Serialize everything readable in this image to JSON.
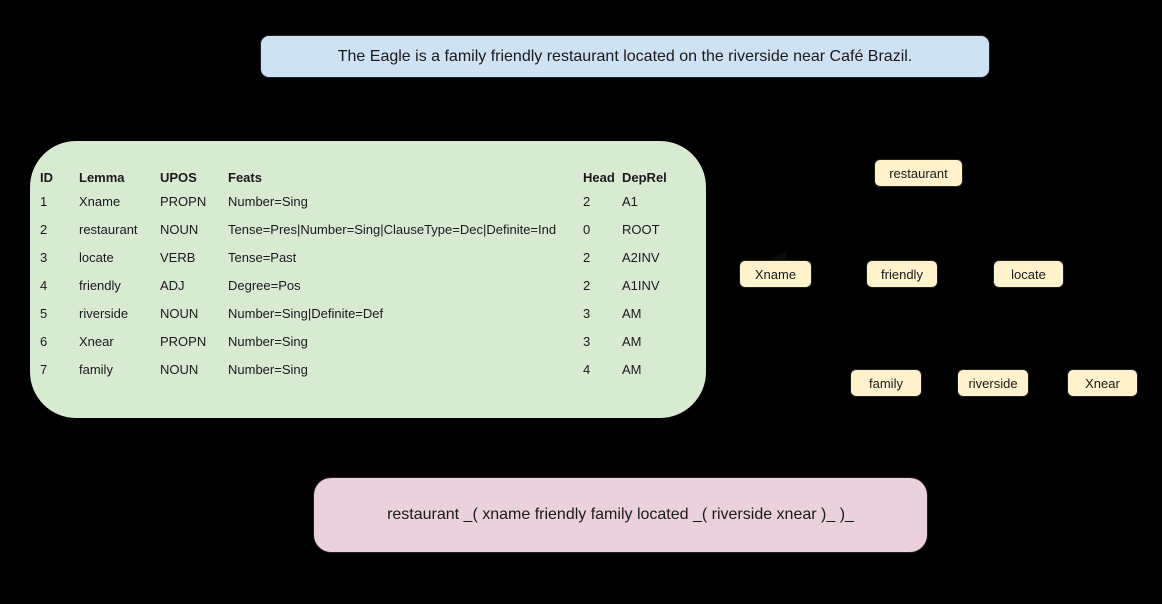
{
  "sentence_box": {
    "text": "The Eagle is a family friendly restaurant located on the riverside near Café Brazil."
  },
  "table": {
    "headers": [
      "ID",
      "Lemma",
      "UPOS",
      "Feats",
      "Head",
      "DepRel"
    ],
    "rows": [
      [
        "1",
        "Xname",
        "PROPN",
        "Number=Sing",
        "2",
        "A1"
      ],
      [
        "2",
        "restaurant",
        "NOUN",
        "Tense=Pres|Number=Sing|ClauseType=Dec|Definite=Ind",
        "0",
        "ROOT"
      ],
      [
        "3",
        "locate",
        "VERB",
        "Tense=Past",
        "2",
        "A2INV"
      ],
      [
        "4",
        "friendly",
        "ADJ",
        "Degree=Pos",
        "2",
        "A1INV"
      ],
      [
        "5",
        "riverside",
        "NOUN",
        "Number=Sing|Definite=Def",
        "3",
        "AM"
      ],
      [
        "6",
        "Xnear",
        "PROPN",
        "Number=Sing",
        "3",
        "AM"
      ],
      [
        "7",
        "family",
        "NOUN",
        "Number=Sing",
        "4",
        "AM"
      ]
    ]
  },
  "tree": {
    "nodes": [
      {
        "label": "restaurant"
      },
      {
        "label": "Xname"
      },
      {
        "label": "friendly"
      },
      {
        "label": "locate"
      },
      {
        "label": "family"
      },
      {
        "label": "riverside"
      },
      {
        "label": "Xnear"
      }
    ]
  },
  "linearization_box": {
    "text": "restaurant _( xname friendly family located _( riverside xnear )_ )_"
  },
  "colors": {
    "background": "#000000",
    "text": "#1a1a1a",
    "sentence_fill": "#cfe2f3",
    "table_fill": "#d9ead3",
    "node_fill": "#fff2cc",
    "linearization_fill": "#ead1dc"
  }
}
